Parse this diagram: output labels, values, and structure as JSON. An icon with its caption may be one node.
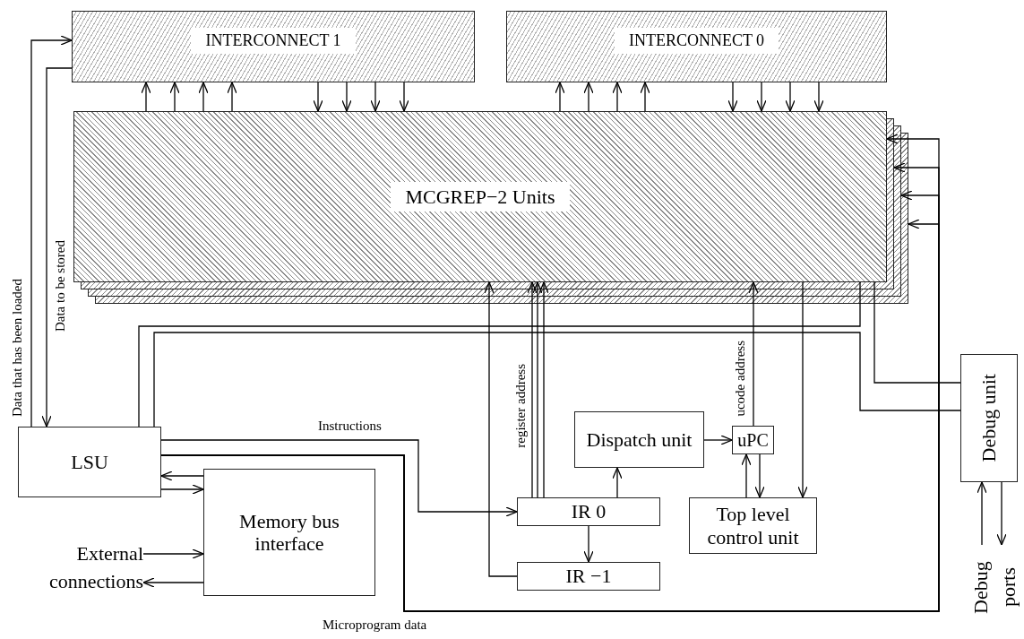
{
  "diagram": {
    "nodes": [
      {
        "text": [
          "INTERCONNECT 1"
        ]
      },
      {
        "text": [
          "INTERCONNECT 0"
        ]
      },
      {
        "text": [
          "MCGREP−2 Units"
        ]
      },
      {
        "text": [
          "LSU"
        ]
      },
      {
        "text": [
          "Memory bus interface"
        ]
      },
      {
        "text": [
          "Dispatch unit"
        ]
      },
      {
        "text": [
          "uPC"
        ]
      },
      {
        "text": [
          "IR 0"
        ]
      },
      {
        "text": [
          "IR −1"
        ]
      },
      {
        "text": [
          "Top level control unit"
        ]
      },
      {
        "text": [
          "Debug unit"
        ]
      },
      {
        "text": [
          "External connections"
        ]
      },
      {
        "text": [
          "Debug ports"
        ]
      }
    ],
    "edges": [
      {
        "from": 3,
        "to": 0,
        "arrow": "to",
        "label": "Data that has been loaded"
      },
      {
        "from": 0,
        "to": 3,
        "arrow": "to",
        "label": "Data to be stored"
      },
      {
        "from": 2,
        "to": 0,
        "arrow": "to"
      },
      {
        "from": 2,
        "to": 0,
        "arrow": "to"
      },
      {
        "from": 2,
        "to": 0,
        "arrow": "to"
      },
      {
        "from": 2,
        "to": 0,
        "arrow": "to"
      },
      {
        "from": 0,
        "to": 2,
        "arrow": "to"
      },
      {
        "from": 0,
        "to": 2,
        "arrow": "to"
      },
      {
        "from": 0,
        "to": 2,
        "arrow": "to"
      },
      {
        "from": 0,
        "to": 2,
        "arrow": "to"
      },
      {
        "from": 2,
        "to": 1,
        "arrow": "to"
      },
      {
        "from": 2,
        "to": 1,
        "arrow": "to"
      },
      {
        "from": 2,
        "to": 1,
        "arrow": "to"
      },
      {
        "from": 2,
        "to": 1,
        "arrow": "to"
      },
      {
        "from": 1,
        "to": 2,
        "arrow": "to"
      },
      {
        "from": 1,
        "to": 2,
        "arrow": "to"
      },
      {
        "from": 1,
        "to": 2,
        "arrow": "to"
      },
      {
        "from": 1,
        "to": 2,
        "arrow": "to"
      },
      {
        "from": 3,
        "to": 2,
        "arrow": "none"
      },
      {
        "from": 3,
        "to": 10,
        "arrow": "none"
      },
      {
        "from": 2,
        "to": 10,
        "arrow": "none"
      },
      {
        "from": 3,
        "to": 7,
        "arrow": "to",
        "label": "Instructions"
      },
      {
        "from": 3,
        "to": 2,
        "arrow": "to",
        "label": "Microprogram data"
      },
      {
        "from": 3,
        "to": 2,
        "arrow": "to"
      },
      {
        "from": 3,
        "to": 2,
        "arrow": "to"
      },
      {
        "from": 3,
        "to": 2,
        "arrow": "to"
      },
      {
        "from": 4,
        "to": 3,
        "arrow": "to"
      },
      {
        "from": 3,
        "to": 4,
        "arrow": "to"
      },
      {
        "from": 11,
        "to": 4,
        "arrow": "to"
      },
      {
        "from": 4,
        "to": 11,
        "arrow": "to"
      },
      {
        "from": 7,
        "to": 2,
        "arrow": "to",
        "label": "register address"
      },
      {
        "from": 7,
        "to": 2,
        "arrow": "to"
      },
      {
        "from": 7,
        "to": 2,
        "arrow": "to"
      },
      {
        "from": 8,
        "to": 2,
        "arrow": "to"
      },
      {
        "from": 7,
        "to": 5,
        "arrow": "to"
      },
      {
        "from": 7,
        "to": 8,
        "arrow": "to"
      },
      {
        "from": 5,
        "to": 6,
        "arrow": "to"
      },
      {
        "from": 6,
        "to": 2,
        "arrow": "to",
        "label": "ucode address"
      },
      {
        "from": 9,
        "to": 6,
        "arrow": "to"
      },
      {
        "from": 6,
        "to": 9,
        "arrow": "to"
      },
      {
        "from": 2,
        "to": 9,
        "arrow": "to"
      },
      {
        "from": 12,
        "to": 10,
        "arrow": "to"
      },
      {
        "from": 10,
        "to": 12,
        "arrow": "to"
      }
    ]
  }
}
